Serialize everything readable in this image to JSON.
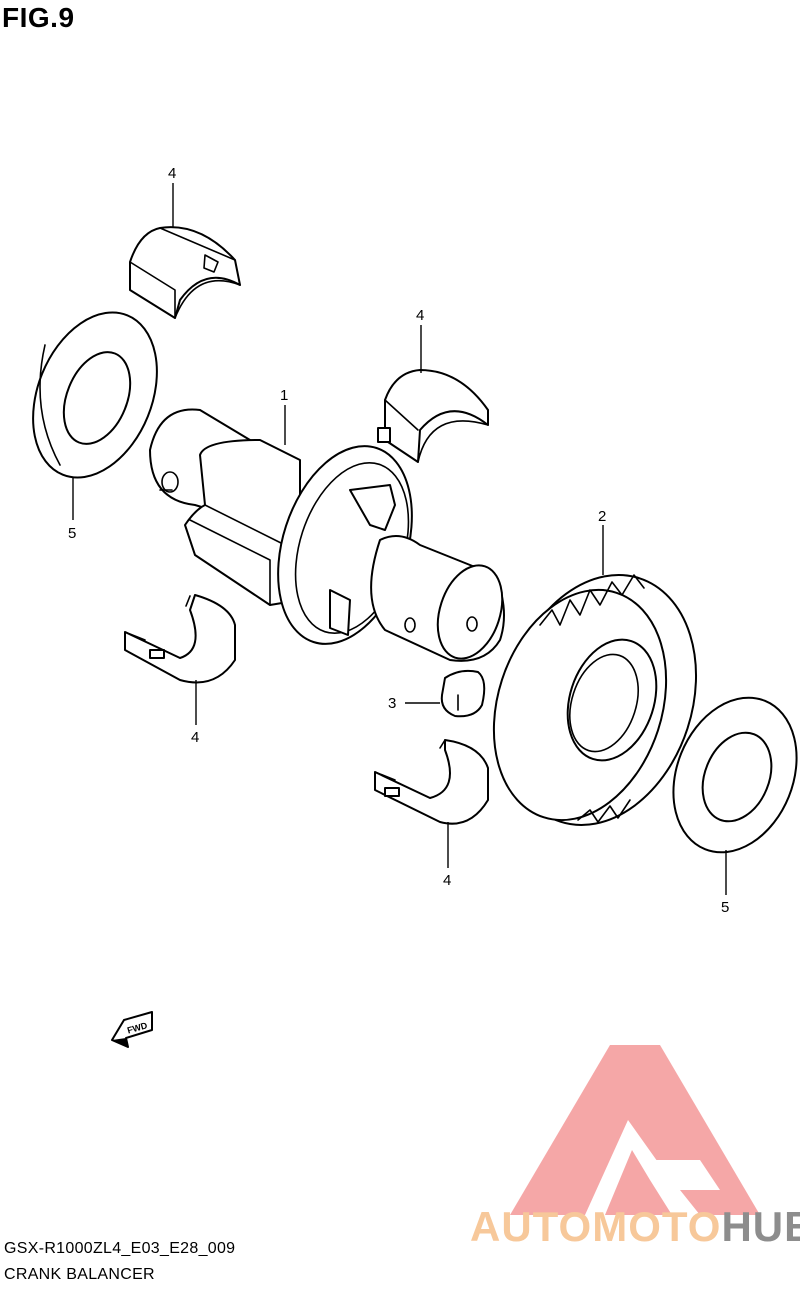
{
  "figure": {
    "title": "FIG.9"
  },
  "callouts": [
    {
      "id": "label-1",
      "text": "1"
    },
    {
      "id": "label-2",
      "text": "2"
    },
    {
      "id": "label-3",
      "text": "3"
    },
    {
      "id": "label-4a",
      "text": "4"
    },
    {
      "id": "label-4b",
      "text": "4"
    },
    {
      "id": "label-4c",
      "text": "4"
    },
    {
      "id": "label-4d",
      "text": "4"
    },
    {
      "id": "label-5a",
      "text": "5"
    },
    {
      "id": "label-5b",
      "text": "5"
    }
  ],
  "direction_badge": {
    "text": "FWD"
  },
  "footer": {
    "code": "GSX-R1000ZL4_E03_E28_009",
    "name": "CRANK BALANCER"
  },
  "watermark": {
    "text_part1": "AUTOMOTO",
    "text_part2": "HUB",
    "colors": {
      "triangle": "#f08a8a",
      "text_part1": "#f7c89a",
      "text_part2": "#8d8d8d"
    }
  }
}
